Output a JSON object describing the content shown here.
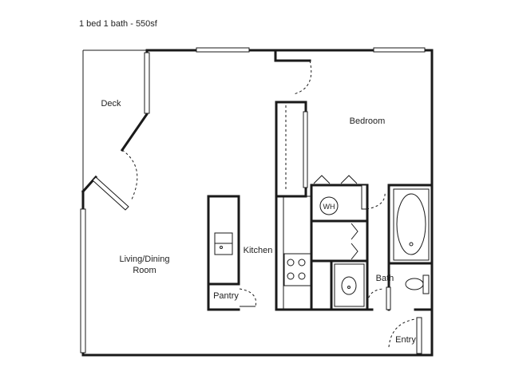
{
  "title": "1 bed 1 bath - 550sf",
  "rooms": {
    "deck": "Deck",
    "bedroom": "Bedroom",
    "living_line1": "Living/Dining",
    "living_line2": "Room",
    "kitchen": "Kitchen",
    "pantry": "Pantry",
    "bath": "Bath",
    "entry": "Entry",
    "water_heater": "WH"
  }
}
